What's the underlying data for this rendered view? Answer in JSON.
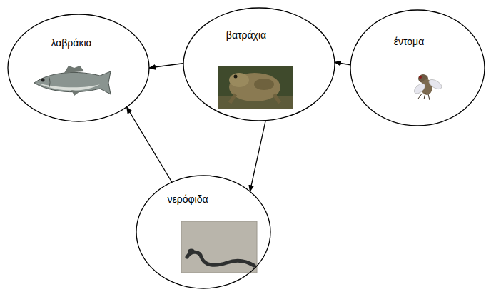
{
  "diagram": {
    "nodes": [
      {
        "text": [
          "λαβράκια"
        ]
      },
      {
        "text": [
          "βατράχια"
        ]
      },
      {
        "text": [
          "έντομα"
        ]
      },
      {
        "text": [
          "νερόφιδα"
        ]
      }
    ],
    "edges": [
      {
        "from": 2,
        "to": 1,
        "arrow": "to"
      },
      {
        "from": 1,
        "to": 0,
        "arrow": "to"
      },
      {
        "from": 1,
        "to": 3,
        "arrow": "to"
      },
      {
        "from": 3,
        "to": 0,
        "arrow": "to"
      }
    ]
  }
}
